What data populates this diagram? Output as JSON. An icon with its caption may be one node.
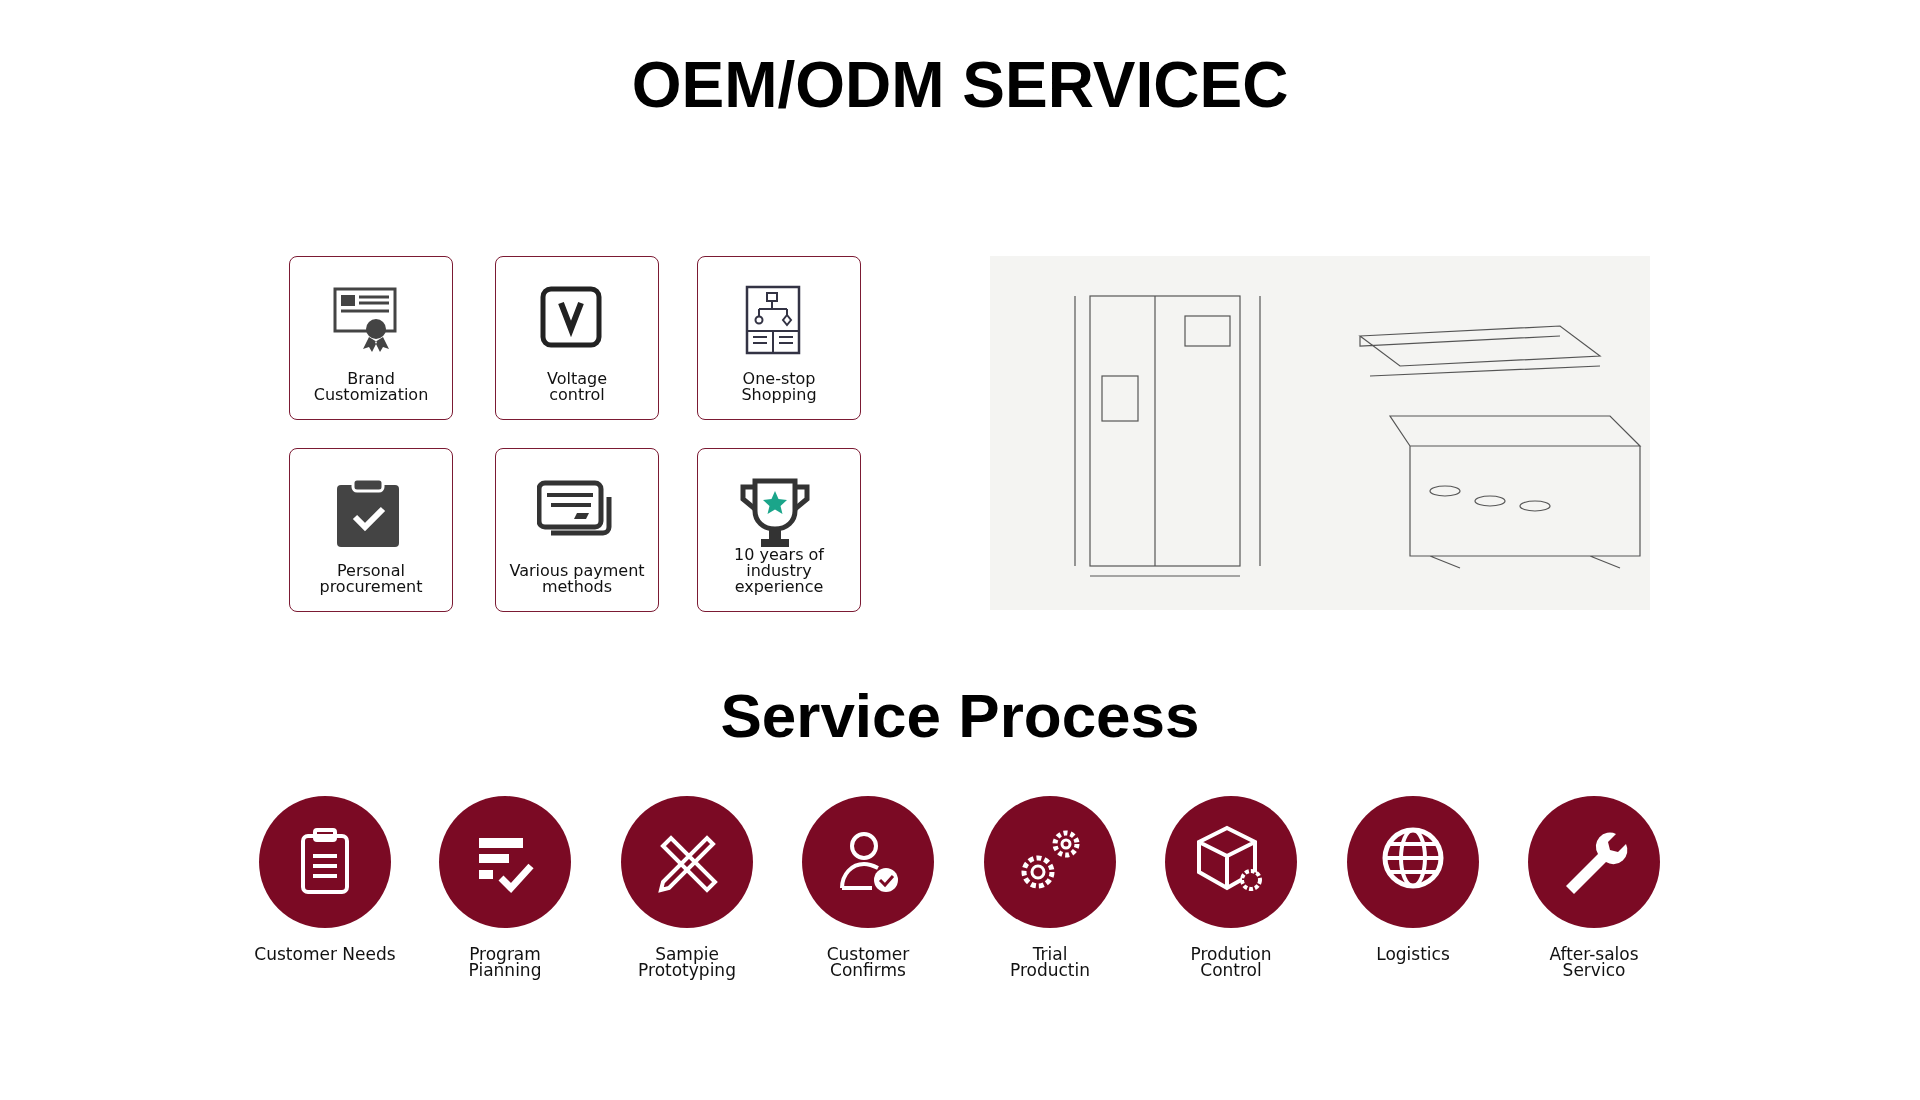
{
  "diagram": {
    "title": "OEM/ODM SERVICEC",
    "nodes": [
      {
        "text": [
          "Brand Customization"
        ]
      },
      {
        "text": [
          "Voltage control"
        ]
      },
      {
        "text": [
          "One-stop Shopping"
        ]
      },
      {
        "text": [
          "Personal procurement"
        ]
      },
      {
        "text": [
          "Various payment methods"
        ]
      },
      {
        "text": [
          "10 years of industry experience"
        ]
      },
      {
        "text": [
          "Customer Needs"
        ]
      },
      {
        "text": [
          "Program Pianning"
        ]
      },
      {
        "text": [
          "Sampie Prototyping"
        ]
      },
      {
        "text": [
          "Customer Confirms"
        ]
      },
      {
        "text": [
          "Trial Productin"
        ]
      },
      {
        "text": [
          "Prodution Control"
        ]
      },
      {
        "text": [
          "Logistics"
        ]
      },
      {
        "text": [
          "After-salos Servico"
        ]
      }
    ],
    "labels": [
      "Service Process"
    ]
  }
}
